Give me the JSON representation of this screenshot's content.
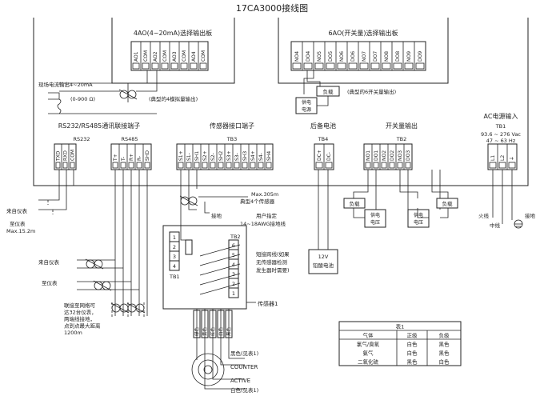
{
  "title": "17CA3000接线图",
  "board_4ao": {
    "title": "4AO(4~20mA)选择输出板",
    "terms": [
      "AO1",
      "COM",
      "AO2",
      "COM",
      "AO3",
      "COM",
      "AO4",
      "COM"
    ]
  },
  "board_6do": {
    "title": "6AO(开关量)选择输出板",
    "terms": [
      "NO4",
      "DO4",
      "NO5",
      "DO5",
      "NO6",
      "DO6",
      "NO7",
      "DO7",
      "NO8",
      "DO8",
      "NO9",
      "DO9"
    ]
  },
  "ann": {
    "field_current": "现场电流输出4~20mA",
    "load_range": "(0-900 Ω)",
    "typical_4ao": "(典型的4模拟量输出)",
    "typical_6do": "(典型的6开关量输出)",
    "load": "负载",
    "supply": "供电",
    "source": "电源",
    "voltage": "电压",
    "max_305": "Max.305m",
    "typical_sensors": "典型4个传感器",
    "user_spec": "用户指定",
    "awg": "14~18AWG接地线",
    "ground": "接地",
    "from_meter": "来自仪表",
    "to_meter": "至仪表",
    "max_152": "Max.15.2m",
    "network_note": [
      "联接至网络可",
      "达32台仪表，",
      "两端线接地，",
      "点到点最大距离",
      "1200m"
    ],
    "jumper_note": [
      "短接跨线(如果",
      "无传感器检测",
      "发生器时需要)"
    ],
    "sensor1": "传感器1",
    "battery": [
      "12V",
      "铅酸电池"
    ],
    "fire": "火线",
    "neutral": "中线",
    "earth": "接地"
  },
  "sections": {
    "rs": "RS232/RS485通讯联接端子",
    "sensor": "传感器接口端子",
    "backup": "后备电池",
    "switch": "开关量输出",
    "ac": "AC电源输入"
  },
  "blocks": {
    "rs232": {
      "label": "RS232",
      "terms": [
        "TXD",
        "RXD",
        "COM"
      ]
    },
    "rs485": {
      "label": "RS485",
      "terms": [
        "T+",
        "T-",
        "R+",
        "R-",
        "SHD"
      ]
    },
    "tb3": {
      "label": "TB3",
      "terms": [
        "S1+",
        "S1-",
        "SH1",
        "S2+",
        "S2-",
        "SH2",
        "S3+",
        "S3-",
        "SH3",
        "S4+",
        "S4-",
        "SH4"
      ]
    },
    "tb4": {
      "label": "TB4",
      "terms": [
        "DC+",
        "DC-"
      ]
    },
    "tb2": {
      "label": "TB2",
      "terms": [
        "NO1",
        "DO1",
        "NO2",
        "DO2",
        "NO3",
        "DO3"
      ]
    },
    "tb1": {
      "label": "TB1",
      "spec": [
        "93.6 ~ 276 Vac",
        "47 ~ 63 Hz"
      ],
      "terms": [
        "L1",
        "L2",
        "⏚"
      ]
    }
  },
  "sensor_box": {
    "tb1": "TB1",
    "tb1_pins": [
      "1",
      "2",
      "3",
      "4"
    ],
    "tb2": "TB2",
    "tb2_pins": [
      "6",
      "5",
      "4",
      "3",
      "2",
      "1"
    ]
  },
  "wire_colors": [
    "绿色",
    "黄色",
    "红色",
    "白色",
    "黑色"
  ],
  "sensor_labels": {
    "black": "黑色(见表1)",
    "counter": "COUNTER",
    "active": "ACTIVE",
    "white": "白色(见表1)"
  },
  "table": {
    "title": "表1",
    "headers": [
      "气体",
      "正级",
      "负级"
    ],
    "rows": [
      [
        "氯气/臭氧",
        "白色",
        "黑色"
      ],
      [
        "氨气",
        "白色",
        "黑色"
      ],
      [
        "二氧化硫",
        "黑色",
        "白色"
      ]
    ]
  }
}
